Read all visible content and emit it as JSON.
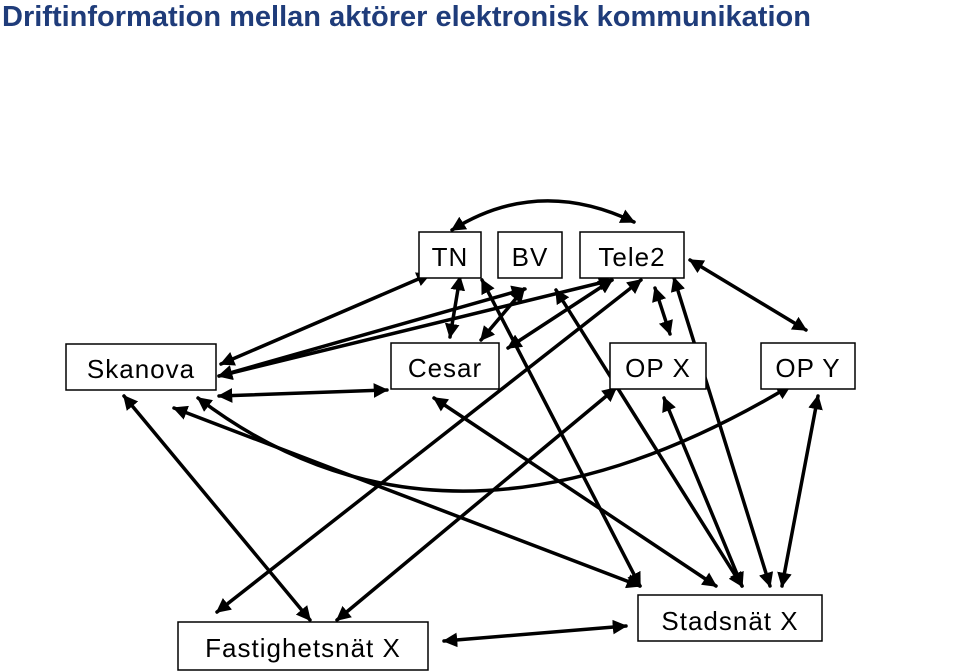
{
  "title": "Driftinformation mellan aktörer elektronisk kommunikation",
  "nodes": {
    "tn": "TN",
    "bv": "BV",
    "tele2": "Tele2",
    "skanova": "Skanova",
    "cesar": "Cesar",
    "opx": "OP X",
    "opy": "OP Y",
    "fastighetsnat": "Fastighetsnät X",
    "stadsnat": "Stadsnät X"
  },
  "colors": {
    "title": "#1f3c7a",
    "lines": "#000000"
  }
}
